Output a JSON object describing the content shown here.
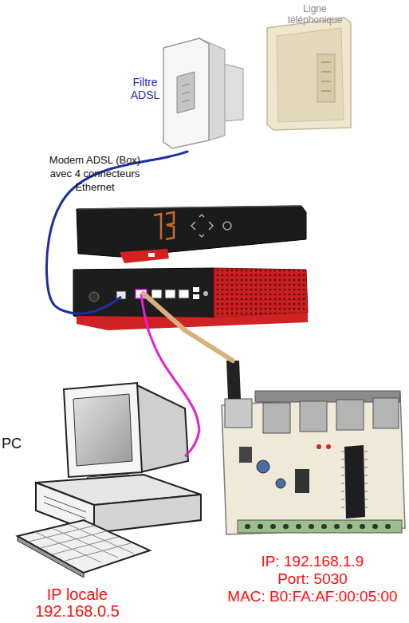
{
  "diagram": {
    "nodes": [
      {
        "text": [
          "Ligne téléphonique"
        ]
      },
      {
        "text": [
          "Filtre ADSL"
        ]
      },
      {
        "text": [
          "Modem ADSL (Box) avec 4 connecteurs Ethernet"
        ]
      },
      {
        "text": [
          "PC",
          "IP locale 192.168.0.5"
        ]
      },
      {
        "text": [
          "IP: 192.168.1.9",
          "Port: 5030",
          "MAC: B0:FA:AF:00:05:00"
        ]
      }
    ],
    "edges": [
      {
        "from": 1,
        "to": 2,
        "arrow": "none"
      },
      {
        "from": 2,
        "to": 3,
        "arrow": "none"
      },
      {
        "from": 2,
        "to": 4,
        "arrow": "none"
      }
    ]
  }
}
